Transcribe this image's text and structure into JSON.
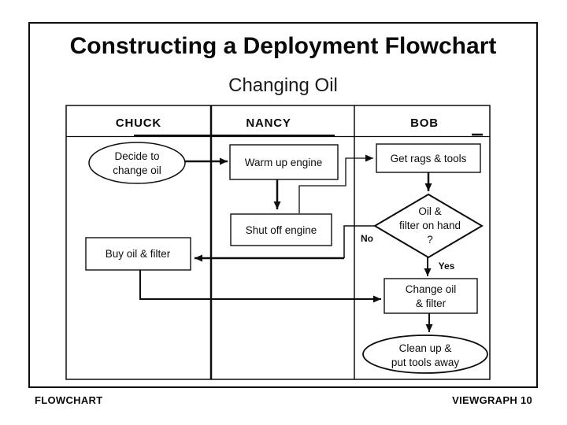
{
  "slide": {
    "title": "Constructing a Deployment Flowchart",
    "subtitle": "Changing Oil",
    "footer_left": "FLOWCHART",
    "footer_right": "VIEWGRAPH 10"
  },
  "flowchart": {
    "columns": [
      {
        "label": "CHUCK"
      },
      {
        "label": "NANCY"
      },
      {
        "label": "BOB"
      }
    ],
    "nodes": {
      "decide": {
        "shape": "ellipse",
        "column": "CHUCK",
        "lines": [
          "Decide to",
          "change oil"
        ]
      },
      "warm": {
        "shape": "rect",
        "column": "NANCY",
        "lines": [
          "Warm up engine"
        ]
      },
      "get_rags": {
        "shape": "rect",
        "column": "BOB",
        "lines": [
          "Get rags & tools"
        ]
      },
      "shut_off": {
        "shape": "rect",
        "column": "NANCY",
        "lines": [
          "Shut off engine"
        ]
      },
      "on_hand": {
        "shape": "diamond",
        "column": "BOB",
        "lines": [
          "Oil &",
          "filter on hand",
          "?"
        ]
      },
      "buy": {
        "shape": "rect",
        "column": "CHUCK",
        "lines": [
          "Buy oil & filter"
        ]
      },
      "change": {
        "shape": "rect",
        "column": "BOB",
        "lines": [
          "Change oil",
          "& filter"
        ]
      },
      "clean_up": {
        "shape": "ellipse",
        "column": "BOB",
        "lines": [
          "Clean up &",
          "put tools away"
        ]
      }
    },
    "branch_labels": {
      "no": "No",
      "yes": "Yes"
    },
    "edges": [
      {
        "from": "decide",
        "to": "warm",
        "label": ""
      },
      {
        "from": "warm",
        "to": "shut_off",
        "label": ""
      },
      {
        "from": "shut_off",
        "to": "get_rags",
        "label": ""
      },
      {
        "from": "get_rags",
        "to": "on_hand",
        "label": ""
      },
      {
        "from": "on_hand",
        "to": "buy",
        "label": "No"
      },
      {
        "from": "on_hand",
        "to": "change",
        "label": "Yes"
      },
      {
        "from": "buy",
        "to": "change",
        "label": ""
      },
      {
        "from": "change",
        "to": "clean_up",
        "label": ""
      }
    ],
    "colors": {
      "ink": "#000000",
      "background": "#ffffff"
    }
  }
}
